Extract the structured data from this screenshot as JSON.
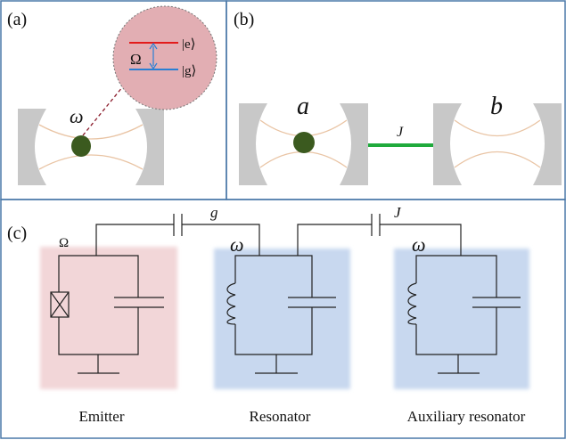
{
  "panels": {
    "a": {
      "label": "(a)",
      "freq": "ω",
      "rabi": "Ω",
      "excited": "|e⟩",
      "ground": "|g⟩"
    },
    "b": {
      "label": "(b)",
      "mode_a": "a",
      "mode_b": "b",
      "coupling": "J"
    },
    "c": {
      "label": "(c)",
      "rabi": "Ω",
      "coupling_g": "g",
      "coupling_J": "J",
      "freq_resonator": "ω",
      "freq_aux": "ω",
      "captions": [
        "Emitter",
        "Resonator",
        "Auxiliary resonator"
      ]
    }
  },
  "colors": {
    "emitter_fill": "#f2d6d8",
    "resonator_fill": "#c8d8ef",
    "atom": "#3b5a1f",
    "coupling_line": "#1faa3c",
    "excited_level": "#e31b1b",
    "ground_level": "#2a7fd4",
    "zoom_circle": "#e2aeb3",
    "frame": "#4a78a8"
  }
}
